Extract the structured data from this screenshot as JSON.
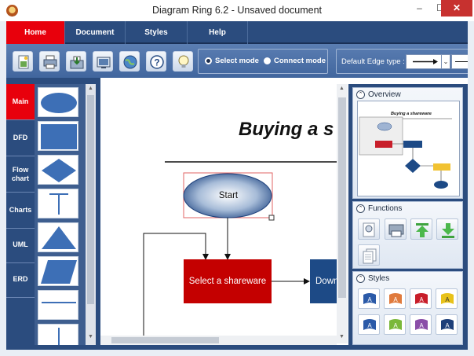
{
  "window": {
    "title": "Diagram Ring 6.2  - Unsaved document",
    "min_glyph": "–",
    "max_glyph": "☐",
    "close_glyph": "✕"
  },
  "menu": {
    "tabs": [
      {
        "label": "Home"
      },
      {
        "label": "Document"
      },
      {
        "label": "Styles"
      },
      {
        "label": "Help"
      }
    ]
  },
  "toolbar": {
    "icons": [
      "new-document-icon",
      "print-icon",
      "open-icon",
      "export-image-icon",
      "web-icon",
      "help-icon",
      "tips-bulb-icon"
    ],
    "select_mode_label": "Select mode",
    "connect_mode_label": "Connect mode",
    "edge_type_label": "Default Edge type :",
    "edge_arrow_glyph": "—▸",
    "dropdown_glyph": "⌄"
  },
  "categories": [
    {
      "label": "Main"
    },
    {
      "label": "DFD"
    },
    {
      "label": "Flow chart"
    },
    {
      "label": "Charts"
    },
    {
      "label": "UML"
    },
    {
      "label": "ERD"
    }
  ],
  "shapes": [
    "ellipse",
    "rectangle",
    "diamond",
    "t-shape",
    "triangle",
    "parallelogram",
    "horizontal-line",
    "vertical-line"
  ],
  "canvas": {
    "title": "Buying a s",
    "start_label": "Start",
    "select_label": "Select a shareware",
    "down_label": "Down"
  },
  "right_panel": {
    "overview_label": "Overview",
    "overview_title": "Buying a shareware",
    "functions_label": "Functions",
    "styles_label": "Styles",
    "collapse_glyph": "⌃",
    "style_swatches": [
      "#2b5aa8",
      "#e07a3c",
      "#c81e2a",
      "#e8c21a",
      "#2b5aa8",
      "#7ab83a",
      "#8a4ea8",
      "#1d3f7a"
    ]
  },
  "colors": {
    "accent_red": "#e8000c",
    "navy": "#2b4c7e",
    "shape_blue": "#3d6fb6"
  }
}
